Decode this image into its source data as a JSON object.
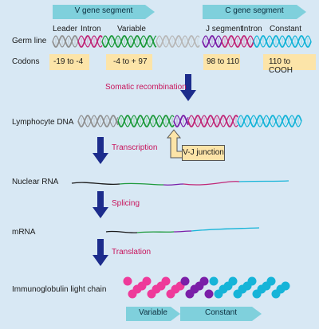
{
  "segments_top": {
    "v": "V  gene segment",
    "c": "C  gene segment"
  },
  "column_headers": {
    "leader": "Leader",
    "intron1": "Intron",
    "variable": "Variable",
    "j_segment": "J segment",
    "intron2": "Intron",
    "constant": "Constant"
  },
  "row_labels": {
    "germ_line": "Germ line",
    "codons": "Codons",
    "lymphocyte_dna": "Lymphocyte DNA",
    "nuclear_rna": "Nuclear RNA",
    "mrna": "mRNA",
    "light_chain": "Immunoglobulin light chain"
  },
  "codons": [
    "-19 to -4",
    "-4 to + 97",
    "98 to 110",
    "110 to COOH"
  ],
  "steps": {
    "somatic": "Somatic recombination",
    "transcription": "Transcription",
    "splicing": "Splicing",
    "translation": "Translation"
  },
  "vj_junction": "V-J junction",
  "bottom_segments": {
    "variable": "Variable",
    "constant": "Constant"
  },
  "colors": {
    "background": "#d8e8f4",
    "segment_arrow": "#7fd0dc",
    "codon_box": "#fce4a8",
    "step_arrow": "#1c2c8c",
    "step_text": "#c8145c",
    "leader": "#909090",
    "variable": "#1e9a3c",
    "j_segment": "#7a1fa8",
    "constant": "#16b4d8",
    "intron": "#c02878"
  }
}
